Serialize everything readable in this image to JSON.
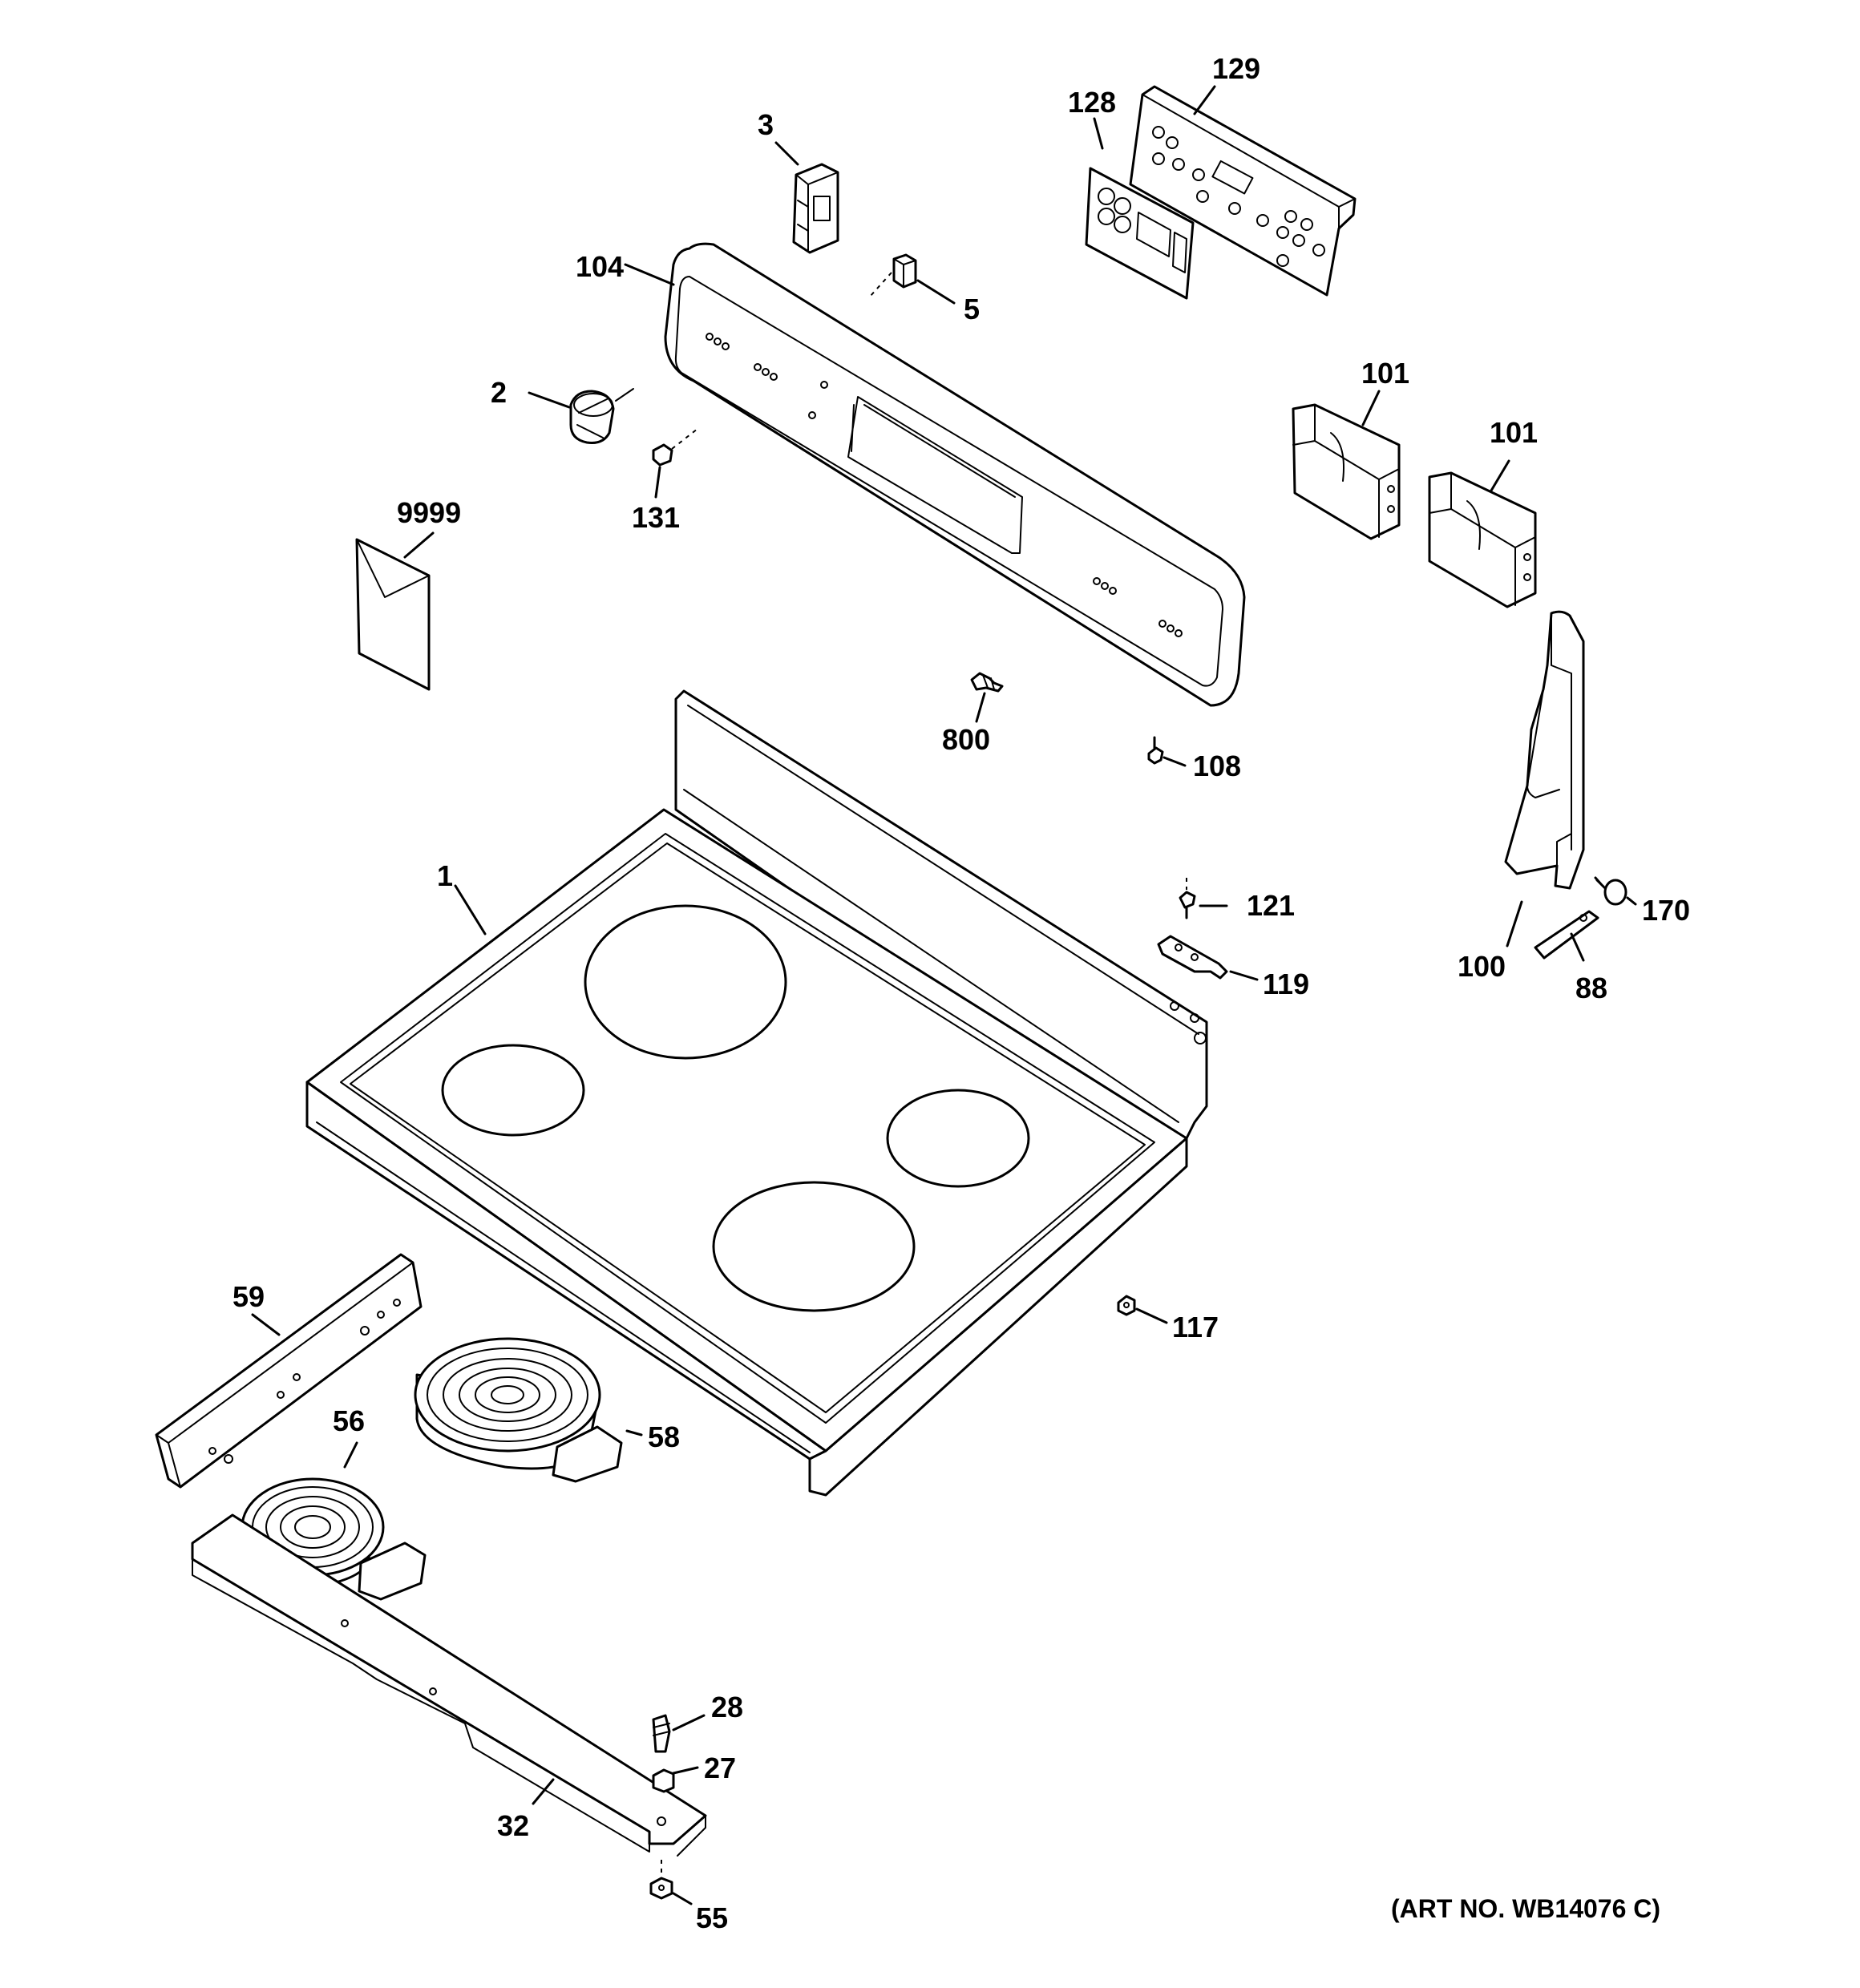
{
  "diagram": {
    "art_number": "(ART NO. WB14076 C)",
    "callouts": {
      "c1": "1",
      "c2": "2",
      "c3": "3",
      "c5": "5",
      "c27": "27",
      "c28": "28",
      "c32": "32",
      "c55": "55",
      "c56": "56",
      "c58": "58",
      "c59": "59",
      "c88": "88",
      "c100": "100",
      "c101a": "101",
      "c101b": "101",
      "c104": "104",
      "c108": "108",
      "c117": "117",
      "c119": "119",
      "c121": "121",
      "c128": "128",
      "c129": "129",
      "c131": "131",
      "c170": "170",
      "c800": "800",
      "c9999": "9999"
    }
  }
}
